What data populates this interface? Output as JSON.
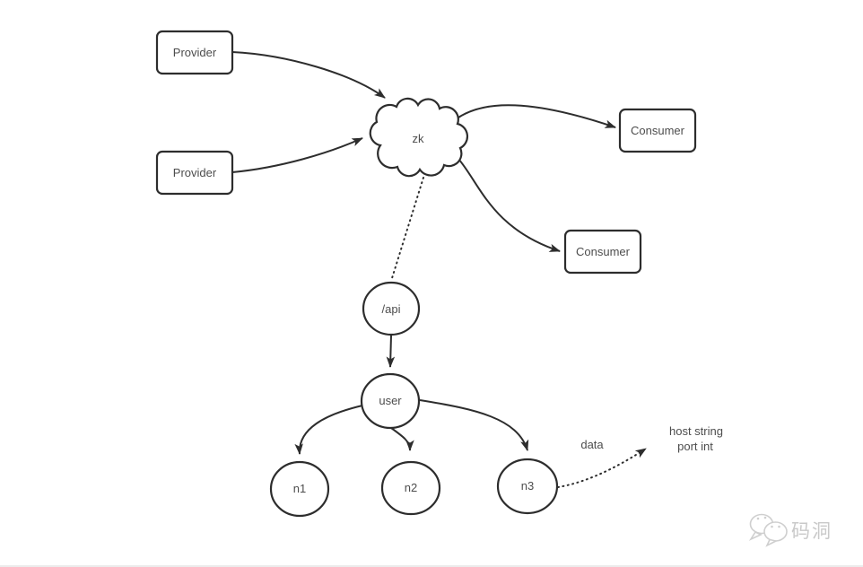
{
  "diagram": {
    "nodes": {
      "provider1": "Provider",
      "provider2": "Provider",
      "zk_cloud": "zk",
      "consumer1": "Consumer",
      "consumer2": "Consumer",
      "api_node": "/api",
      "user_node": "user",
      "n1_node": "n1",
      "n2_node": "n2",
      "n3_node": "n3"
    },
    "annotations": {
      "data_label": "data",
      "host_line1": "host string",
      "host_line2": "port int"
    },
    "edges": [
      {
        "id": "provider1-to-zk",
        "style": "solid-arrow"
      },
      {
        "id": "provider2-to-zk",
        "style": "solid-arrow"
      },
      {
        "id": "zk-to-consumer1",
        "style": "solid-arrow"
      },
      {
        "id": "zk-to-consumer2",
        "style": "solid-arrow"
      },
      {
        "id": "zk-to-api",
        "style": "dotted"
      },
      {
        "id": "api-to-user",
        "style": "solid-arrow"
      },
      {
        "id": "user-to-n1",
        "style": "solid-arrow"
      },
      {
        "id": "user-to-n2",
        "style": "solid-arrow"
      },
      {
        "id": "user-to-n3",
        "style": "solid-arrow"
      },
      {
        "id": "n3-to-host-annotation",
        "style": "dotted-arrow",
        "label": "data"
      }
    ],
    "colors": {
      "line": "#2d2d2d",
      "text": "#4d4d4d",
      "watermark": "#c9c9c9",
      "background": "#ffffff"
    }
  },
  "watermark": {
    "text": "码洞",
    "icon": "wechat-chat-bubbles-icon"
  }
}
